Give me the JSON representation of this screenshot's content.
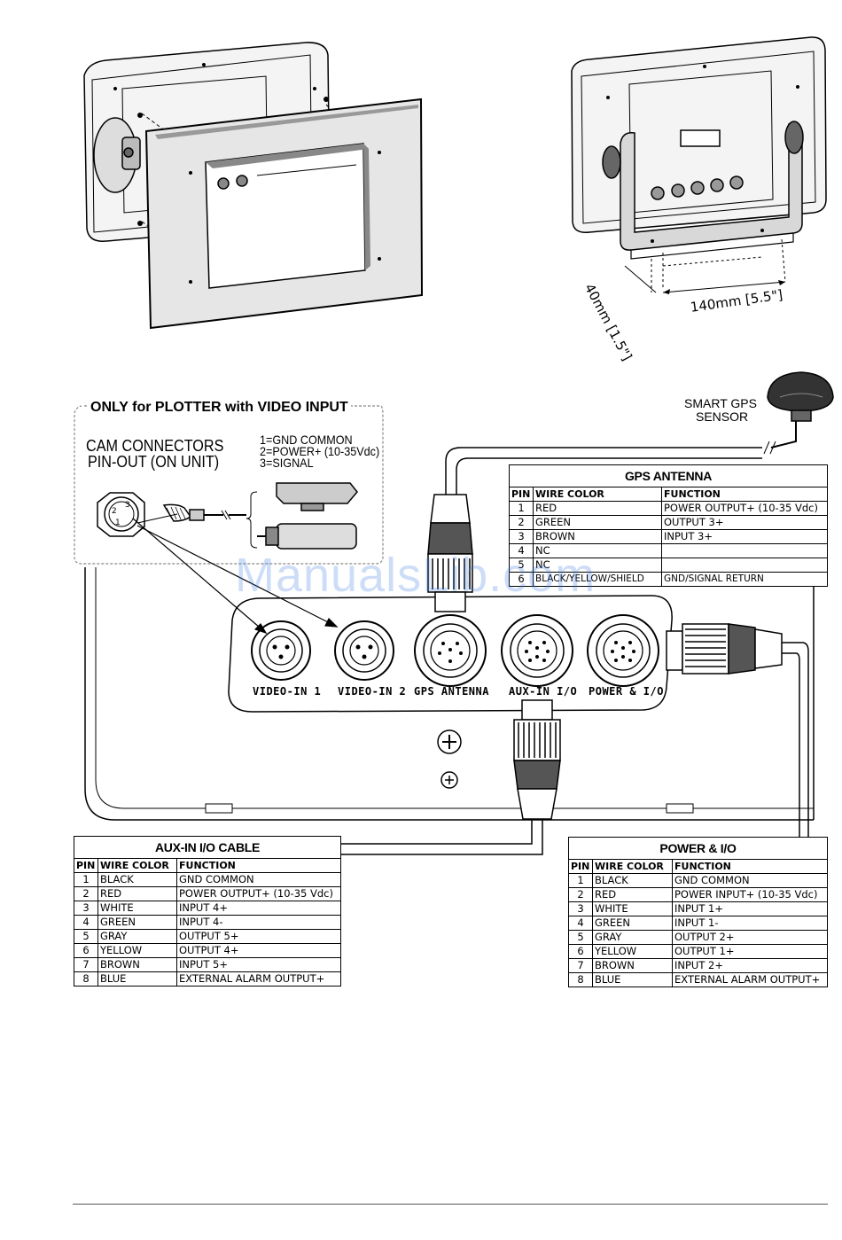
{
  "top_left_figure": {},
  "top_right_figure": {
    "dim_depth": "40mm [1.5\"]",
    "dim_width": "140mm [5.5\"]"
  },
  "video_input_box": {
    "title": "ONLY for PLOTTER  with VIDEO INPUT",
    "cam_label_line1": "CAM CONNECTORS",
    "cam_label_line2": "PIN-OUT (ON UNIT)",
    "pin_legend": [
      "1=GND COMMON",
      "2=POWER+ (10-35Vdc)",
      "3=SIGNAL"
    ],
    "pin_numbers": [
      "2",
      "3",
      "1"
    ]
  },
  "gps_sensor": {
    "line1": "SMART GPS",
    "line2": "SENSOR"
  },
  "connectors": [
    "VIDEO-IN 1",
    "VIDEO-IN 2",
    "GPS ANTENNA",
    "AUX-IN I/O",
    "POWER & I/O"
  ],
  "watermark": "ManualsLib.com",
  "gps_table": {
    "title": "GPS ANTENNA",
    "headers": [
      "PIN",
      "WIRE COLOR",
      "FUNCTION"
    ],
    "rows": [
      [
        "1",
        "RED",
        "POWER OUTPUT+ (10-35 Vdc)"
      ],
      [
        "2",
        "GREEN",
        "OUTPUT 3+"
      ],
      [
        "3",
        "BROWN",
        "INPUT 3+"
      ],
      [
        "4",
        "NC",
        ""
      ],
      [
        "5",
        "NC",
        ""
      ],
      [
        "6",
        "BLACK/YELLOW/SHIELD",
        "GND/SIGNAL RETURN"
      ]
    ]
  },
  "aux_table": {
    "title": "AUX-IN I/O CABLE",
    "headers": [
      "PIN",
      "WIRE COLOR",
      "FUNCTION"
    ],
    "rows": [
      [
        "1",
        "BLACK",
        "GND COMMON"
      ],
      [
        "2",
        "RED",
        "POWER OUTPUT+ (10-35 Vdc)"
      ],
      [
        "3",
        "WHITE",
        "INPUT 4+"
      ],
      [
        "4",
        "GREEN",
        "INPUT 4-"
      ],
      [
        "5",
        "GRAY",
        "OUTPUT 5+"
      ],
      [
        "6",
        "YELLOW",
        "OUTPUT 4+"
      ],
      [
        "7",
        "BROWN",
        "INPUT 5+"
      ],
      [
        "8",
        "BLUE",
        "EXTERNAL ALARM OUTPUT+"
      ]
    ]
  },
  "power_table": {
    "title": "POWER & I/O",
    "headers": [
      "PIN",
      "WIRE COLOR",
      "FUNCTION"
    ],
    "rows": [
      [
        "1",
        "BLACK",
        "GND COMMON"
      ],
      [
        "2",
        "RED",
        "POWER INPUT+ (10-35 Vdc)"
      ],
      [
        "3",
        "WHITE",
        "INPUT 1+"
      ],
      [
        "4",
        "GREEN",
        "INPUT 1-"
      ],
      [
        "5",
        "GRAY",
        "OUTPUT 2+"
      ],
      [
        "6",
        "YELLOW",
        "OUTPUT 1+"
      ],
      [
        "7",
        "BROWN",
        "INPUT 2+"
      ],
      [
        "8",
        "BLUE",
        "EXTERNAL ALARM OUTPUT+"
      ]
    ]
  }
}
